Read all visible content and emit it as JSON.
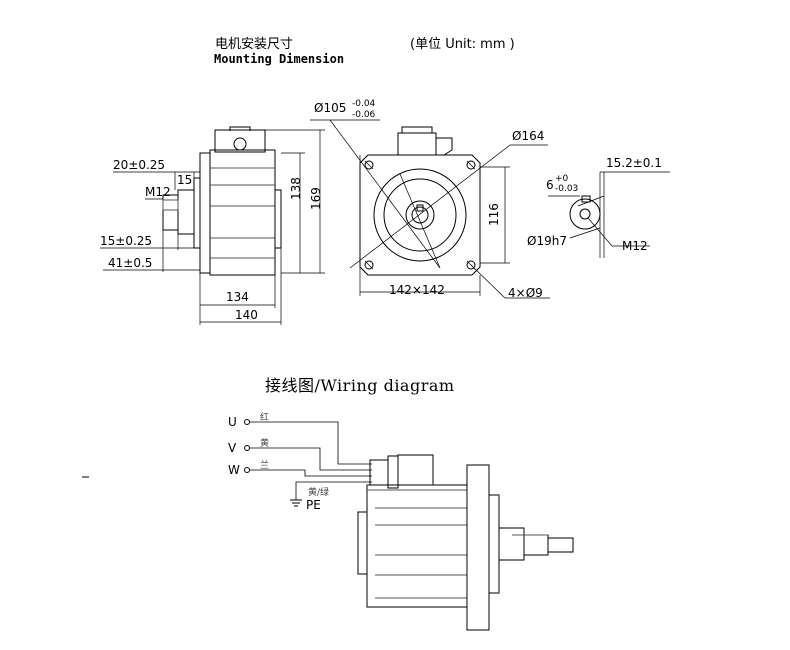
{
  "header": {
    "title_cn": "电机安装尺寸",
    "unit": "(单位 Unit: mm )",
    "title_en": "Mounting Dimension"
  },
  "side_view": {
    "dim_20": "20±0.25",
    "dim_15": "15",
    "dim_m12": "M12",
    "dim_15_025": "15±0.25",
    "dim_41": "41±0.5",
    "dim_138": "138",
    "dim_169": "169",
    "dim_134": "134",
    "dim_140": "140"
  },
  "front_view": {
    "dim_105": "Ø105",
    "tol_105_top": "-0.04",
    "tol_105_bottom": "-0.06",
    "dim_164": "Ø164",
    "dim_116": "116",
    "dim_142": "142×142",
    "dim_holes": "4×Ø9"
  },
  "shaft_view": {
    "dim_15_2": "15.2±0.1",
    "dim_6": "6",
    "tol_6_top": "+0",
    "tol_6_bottom": "-0.03",
    "dim_19": "Ø19h7",
    "dim_m12": "M12"
  },
  "wiring": {
    "title": "接线图/Wiring diagram",
    "terminals": [
      {
        "label": "U",
        "wire": "红"
      },
      {
        "label": "V",
        "wire": "黄"
      },
      {
        "label": "W",
        "wire": "兰"
      }
    ],
    "ground_wire": "黄/绿",
    "ground_label": "PE"
  }
}
